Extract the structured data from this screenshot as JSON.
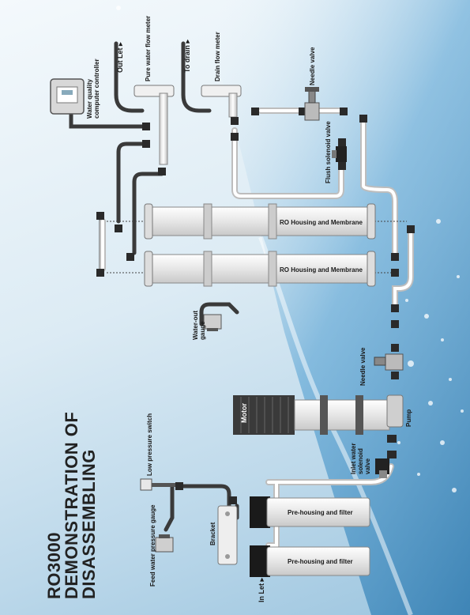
{
  "title": {
    "line1": "RO3000",
    "line2": "DEMONSTRATION OF",
    "line3": "DISASSEMBLING"
  },
  "labels": {
    "out_let": "Out Let ▸",
    "pure_water_flow_meter": "Pure water flow meter",
    "to_drain": "To drain ▸",
    "drain_flow_meter": "Drain flow meter",
    "needle_valve_top": "Needle valve",
    "water_quality_controller_1": "Water quality",
    "water_quality_controller_2": "computer controller",
    "flush_solenoid_valve": "Flush solenoid valve",
    "ro_housing_1": "RO Housing and Membrane",
    "ro_housing_2": "RO Housing and Membrane",
    "water_out_gauge_1": "Water-out",
    "water_out_gauge_2": "gauge",
    "needle_valve_bottom": "Needle valve",
    "motor": "Motor",
    "pump": "Pump",
    "inlet_valve_1": "Inlet water",
    "inlet_valve_2": "solenoid",
    "inlet_valve_3": "valve",
    "low_pressure_switch": "Low pressure switch",
    "feed_water_pressure_gauge": "Feed water pressure gauge",
    "bracket": "Bracket",
    "pre_housing_1": "Pre-housing and filter",
    "pre_housing_2": "Pre-housing and filter",
    "in_let": "In Let ▸"
  },
  "colors": {
    "pipe": "#3a3a3a",
    "tube": "#f5f5f5",
    "housing": "#eeeeee",
    "water": "#5aa6d6",
    "motor": "#333333"
  }
}
